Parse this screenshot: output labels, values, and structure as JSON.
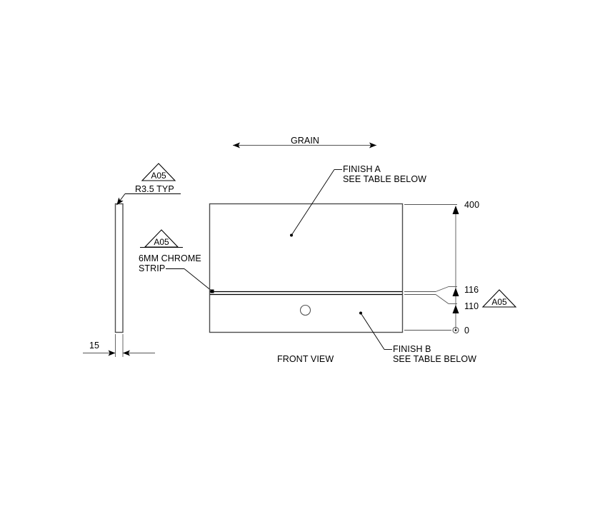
{
  "drawing": {
    "title_view": "FRONT VIEW",
    "grain_label": "GRAIN",
    "notes": {
      "radius": "R3.5 TYP",
      "chrome_line1": "6MM CHROME",
      "chrome_line2": "STRIP",
      "finish_a_line1": "FINISH A",
      "finish_a_line2": "SEE TABLE BELOW",
      "finish_b_line1": "FINISH B",
      "finish_b_line2": "SEE TABLE BELOW"
    },
    "flags": [
      {
        "label": "A05",
        "ref": "radius-note"
      },
      {
        "label": "A05",
        "ref": "chrome-strip-note"
      },
      {
        "label": "A05",
        "ref": "ordinate-note"
      }
    ],
    "dimensions": {
      "thickness": "15",
      "ordinate": [
        {
          "value": "400",
          "ref": "panel-top"
        },
        {
          "value": "116",
          "ref": "chrome-strip-top"
        },
        {
          "value": "110",
          "ref": "chrome-strip-bottom"
        },
        {
          "value": "0",
          "ref": "datum-origin"
        }
      ]
    },
    "colors": {
      "line": "#4d4d4d",
      "accent": "#000000",
      "background": "#ffffff"
    }
  }
}
